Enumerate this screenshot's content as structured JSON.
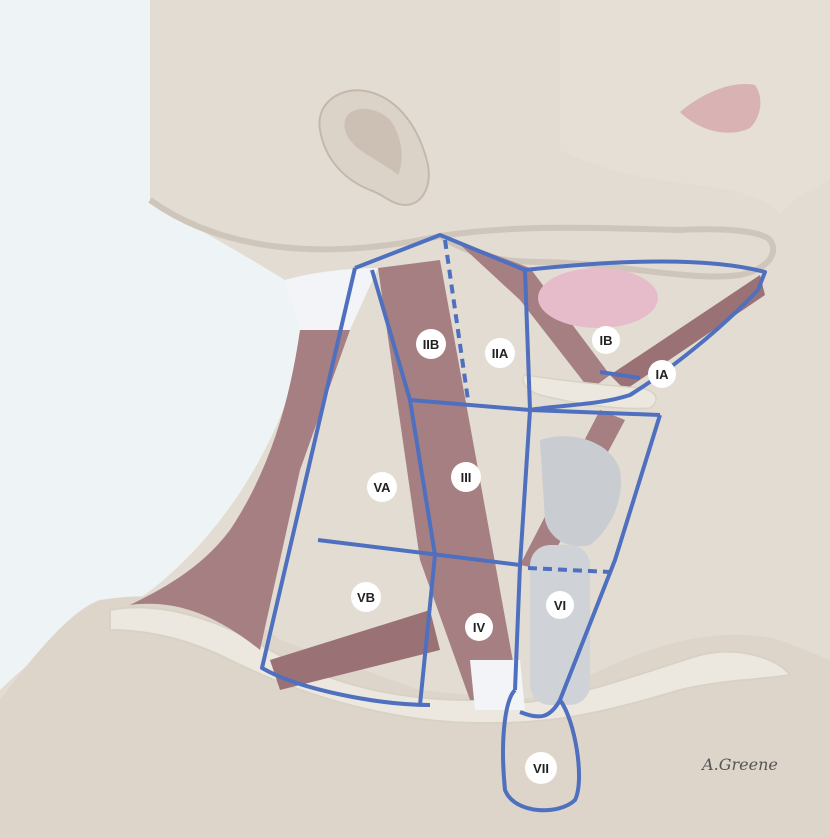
{
  "colors": {
    "background": "#eef3f6",
    "skin": "#e3dcd3",
    "skin_shadow": "#cfc6bb",
    "muscle": "#a67f83",
    "muscle_dark": "#8c6468",
    "tendon": "#f2f4f7",
    "bone": "#ece8df",
    "cartilage": "#c9cdd2",
    "gland": "#e6bccb",
    "boundary_line": "#4f6fbf",
    "lips": "#d9b3b3"
  },
  "levels": [
    {
      "id": "IA",
      "label": "IA"
    },
    {
      "id": "IB",
      "label": "IB"
    },
    {
      "id": "IIA",
      "label": "IIA"
    },
    {
      "id": "IIB",
      "label": "IIB"
    },
    {
      "id": "III",
      "label": "III"
    },
    {
      "id": "IV",
      "label": "IV"
    },
    {
      "id": "VA",
      "label": "VA"
    },
    {
      "id": "VB",
      "label": "VB"
    },
    {
      "id": "VI",
      "label": "VI"
    },
    {
      "id": "VII",
      "label": "VII"
    }
  ],
  "signature": "A.Greene"
}
